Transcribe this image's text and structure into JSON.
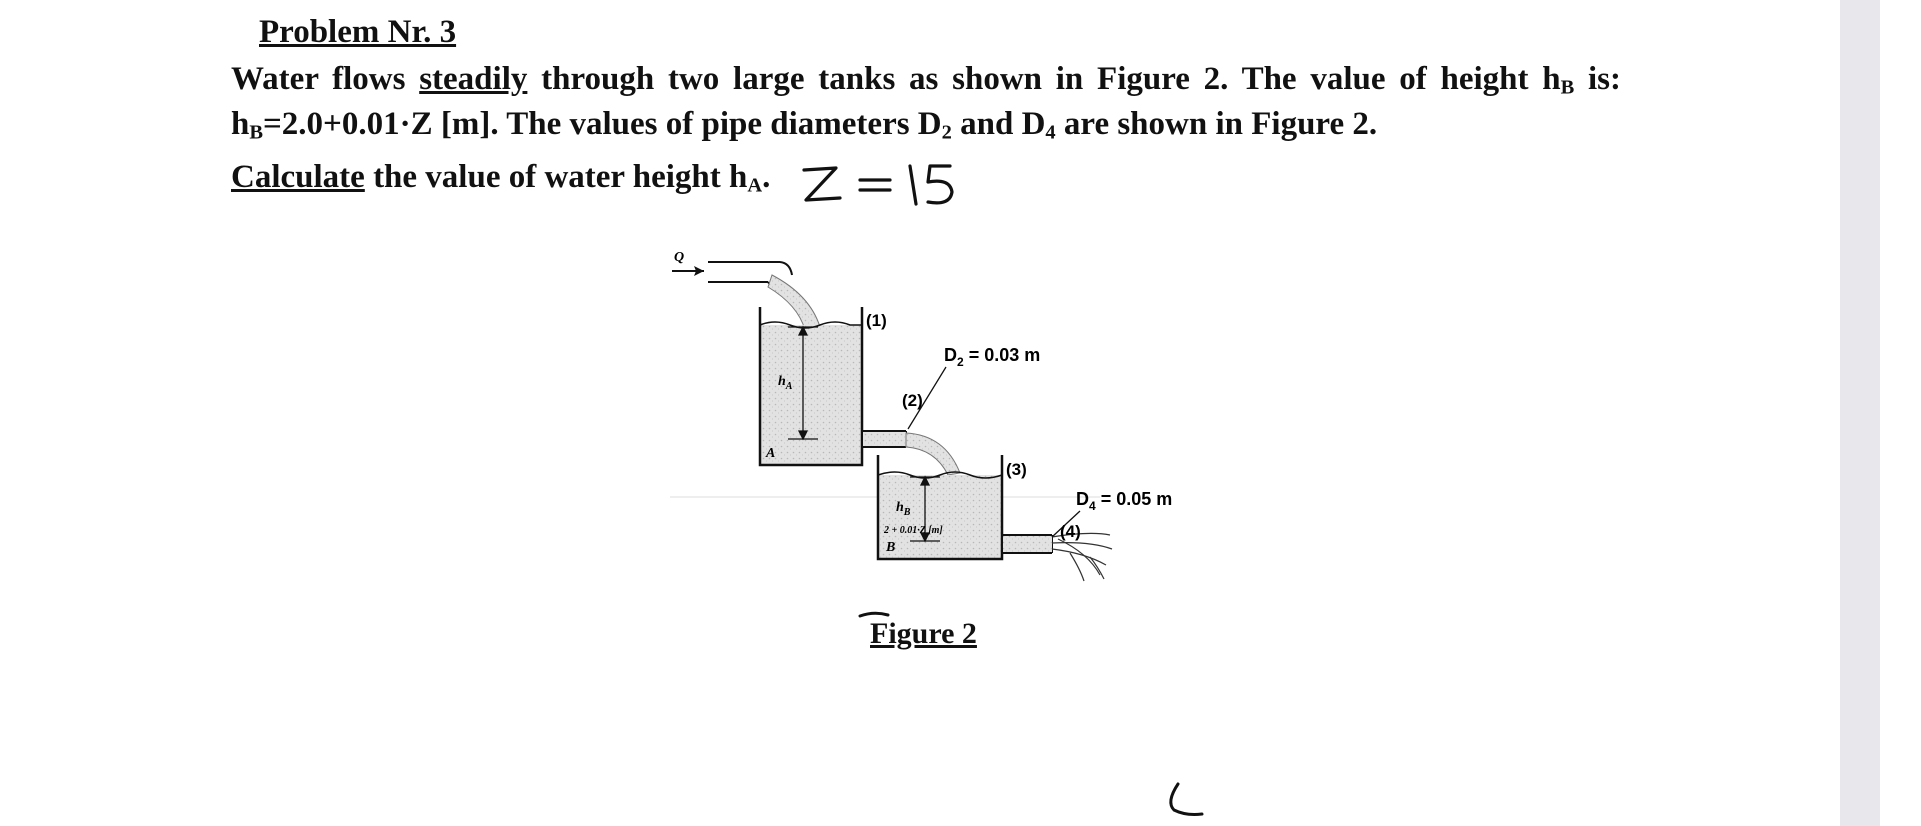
{
  "problem": {
    "title": "Problem Nr. 3",
    "line1": {
      "part1": "Water flows ",
      "steadily": "steadily",
      "part2": " through two large tanks as shown in Figure 2. The value of height h",
      "sub": "B",
      "part3": " is:"
    },
    "line2": {
      "h": "h",
      "hsub": "B",
      "expr": "=2.0+0.01·Z [m]. The values of pipe diameters D",
      "d2sub": "2",
      "and": " and D",
      "d4sub": "4",
      "tail": " are shown in Figure 2."
    },
    "line3": {
      "calculate": "Calculate",
      "text": " the value of water height h",
      "sub": "A",
      "period": "."
    },
    "handwritten_note": "Z = 15"
  },
  "figure": {
    "caption": "Figure 2",
    "labels": {
      "flow": "Q",
      "point1": "(1)",
      "point2": "(2)",
      "point3": "(3)",
      "point4": "(4)",
      "d2_main": "D",
      "d2_sub": "2",
      "d2_value": " = 0.03 m",
      "d4_main": "D",
      "d4_sub": "4",
      "d4_value": " = 0.05 m",
      "tank_a": "A",
      "tank_b": "B",
      "ha_main": "h",
      "ha_sub": "A",
      "hb_main": "h",
      "hb_sub": "B",
      "hb_formula": "2 + 0.01·Z [m]"
    }
  }
}
